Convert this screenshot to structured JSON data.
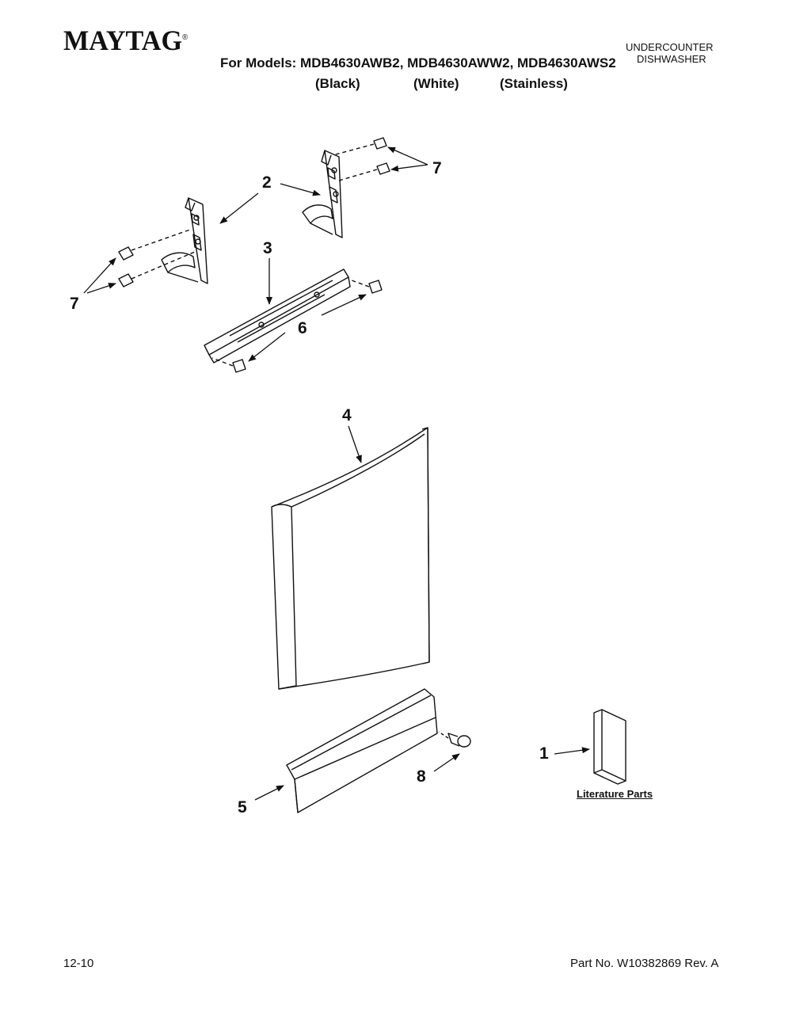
{
  "header": {
    "brand": "MAYTAG",
    "brand_mark": "®",
    "models_line": "For Models: MDB4630AWB2, MDB4630AWW2, MDB4630AWS2",
    "variants": [
      "(Black)",
      "(White)",
      "(Stainless)"
    ],
    "product_type_lines": [
      "UNDERCOUNTER",
      "DISHWASHER"
    ]
  },
  "callouts": [
    {
      "id": "c7-top",
      "label": "7"
    },
    {
      "id": "c2",
      "label": "2"
    },
    {
      "id": "c3",
      "label": "3"
    },
    {
      "id": "c7-left",
      "label": "7"
    },
    {
      "id": "c6",
      "label": "6"
    },
    {
      "id": "c4",
      "label": "4"
    },
    {
      "id": "c1",
      "label": "1"
    },
    {
      "id": "c8",
      "label": "8"
    },
    {
      "id": "c5",
      "label": "5"
    }
  ],
  "literature_label": "Literature Parts",
  "footer": {
    "date": "12-10",
    "part_number": "Part No. W10382869 Rev. A"
  }
}
